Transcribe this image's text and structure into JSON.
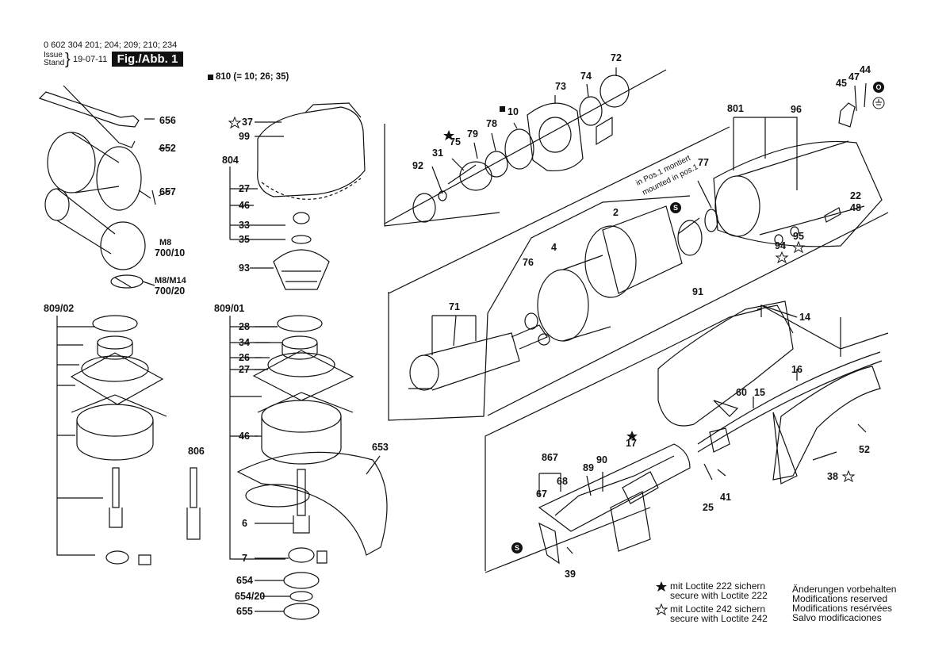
{
  "header": {
    "part_numbers": "0 602 304 201; 204; 209; 210; 234",
    "issue_label": "Issue",
    "stand_label": "Stand",
    "issue_date": "19-07-11",
    "figure_label": "Fig./Abb. 1",
    "kit_label": "810 (= 10; 26; 35)"
  },
  "parts": [
    "656",
    "652",
    "657",
    "M8",
    "700/10",
    "M8/M14",
    "700/20",
    "809/02",
    "806",
    "37",
    "99",
    "804",
    "27",
    "46",
    "33",
    "35",
    "93",
    "809/01",
    "28",
    "34",
    "26",
    "27",
    "46",
    "6",
    "7",
    "654",
    "654/20",
    "655",
    "653",
    "92",
    "31",
    "75",
    "79",
    "78",
    "10",
    "73",
    "74",
    "72",
    "801",
    "96",
    "45",
    "47",
    "44",
    "22",
    "48",
    "94",
    "95",
    "77",
    "91",
    "2",
    "4",
    "76",
    "71",
    "14",
    "16",
    "60",
    "15",
    "52",
    "38",
    "867",
    "67",
    "68",
    "89",
    "90",
    "17",
    "25",
    "41",
    "39"
  ],
  "callouts": {
    "in_pos1_de": "in Pos.1 montiert",
    "in_pos1_en": "mounted in pos.1"
  },
  "legend": {
    "loctite222_de": "mit Loctite 222 sichern",
    "loctite222_en": "secure with Loctite 222",
    "loctite242_de": "mit Loctite 242 sichern",
    "loctite242_en": "secure with Loctite 242"
  },
  "notice": {
    "de": "Änderungen vorbehalten",
    "en": "Modifications reserved",
    "fr": "Modifications resérvées",
    "es": "Salvo modificaciones"
  },
  "icons": [
    "star-icon",
    "open-star-icon",
    "square-marker-icon",
    "s-circle-icon",
    "ground-icon",
    "o-circle-icon"
  ]
}
